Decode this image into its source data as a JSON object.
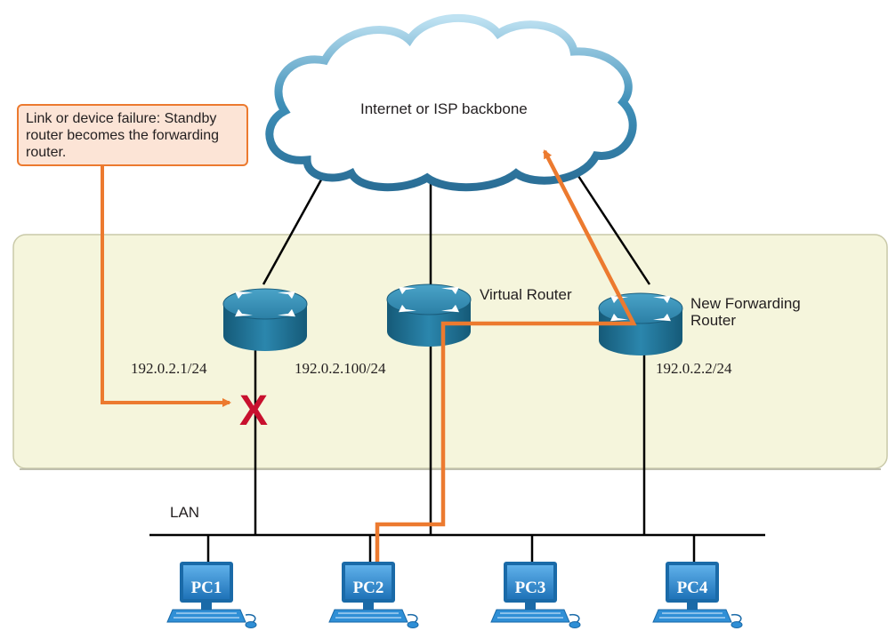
{
  "cloud": {
    "label": "Internet or ISP backbone"
  },
  "callout": {
    "text": "Link or device failure: Standby router becomes the forwarding router."
  },
  "routers": {
    "left": {
      "ip": "192.0.2.1/24"
    },
    "virtual": {
      "name": "Virtual Router",
      "ip": "192.0.2.100/24"
    },
    "forwarding": {
      "name_line1": "New Forwarding",
      "name_line2": "Router",
      "ip": "192.0.2.2/24"
    }
  },
  "lan": {
    "label": "LAN"
  },
  "pcs": [
    "PC1",
    "PC2",
    "PC3",
    "PC4"
  ],
  "failure_mark": "X",
  "colors": {
    "zone_fill": "#f5f5dc",
    "router_blue": "#1f6d8c",
    "highlight_orange": "#ec7a2f",
    "failure_red": "#c8102e",
    "pc_blue": "#2f8fd6"
  }
}
